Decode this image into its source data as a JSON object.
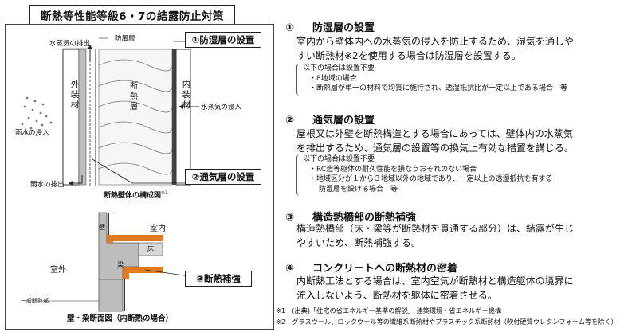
{
  "title": "断熱等性能等級6・7の結露防止対策",
  "diagram1": {
    "callout_moisture": "①防湿層の設置",
    "callout_vent": "②通気層の設置",
    "label_vapor_out": "水蒸気の排出",
    "label_windbreak": "防風層",
    "label_outer_wall": [
      "外",
      "装",
      "材"
    ],
    "label_insulation": [
      "断",
      "熱",
      "層"
    ],
    "label_inner_wall": [
      "内",
      "装",
      "材"
    ],
    "label_rain_in": "雨水の浸入",
    "label_vapor_in": "水蒸気の浸入",
    "label_rain_out": "雨水の排出",
    "caption": "断熱壁体の構成図",
    "caption_note": "※1"
  },
  "diagram2": {
    "label_wall": "壁",
    "label_indoor": "室内",
    "label_floor": "床",
    "label_beam": "梁",
    "label_outdoor": "室外",
    "label_general": "一般断熱部",
    "callout_bridge": "③断熱補強",
    "caption": "壁・梁断面図（内断熱の場合）"
  },
  "sections": [
    {
      "num": "①",
      "heading": "防湿層の設置",
      "body": [
        "室内から壁体内への水蒸気の侵入を防止するため、湿気を通しや",
        "すい断熱材※2を使用する場合は防湿層を設置する。"
      ],
      "note": [
        "以下の場合は設置不要",
        "・8地域の場合",
        "・断熱層が単一の材料で均質に施行され、透湿抵抗比が一定以上である場合　等"
      ]
    },
    {
      "num": "②",
      "heading": "通気層の設置",
      "body": [
        "屋根又は外壁を断熱構造とする場合にあっては、壁体内の水蒸気",
        "を排出するため、通気層の設置等の換気上有効な措置を講じる。"
      ],
      "note": [
        "以下の場合は設置不要",
        "・RC造等躯体の耐久性能を損なうおそれのない場合",
        "・地域区分が１から３地域以外の地域であり、一定以上の透湿抵抗を有する",
        "防湿層を設ける場合　等"
      ]
    },
    {
      "num": "③",
      "heading": "構造熱橋部の断熱補強",
      "body": [
        "構造熱橋部（床・梁等が断熱材を貫通する部分）は、結露が生じ",
        "やすいため、断熱補強する。"
      ]
    },
    {
      "num": "④",
      "heading": "コンクリートへの断熱材の密着",
      "body": [
        "内断熱工法とする場合は、室内空気が断熱材と構造躯体の境界に",
        "流入しないよう、断熱材を躯体に密着させる。"
      ]
    }
  ],
  "footnotes": [
    "※1　(出典)「住宅の省エネルギー基準の解説」 建築環境・省エネルギー機構",
    "※2　グラスウール、ロックウール等の繊維系断熱材やプラスチック系断熱材（吹付硬質ウレタンフォーム等を除く）"
  ]
}
